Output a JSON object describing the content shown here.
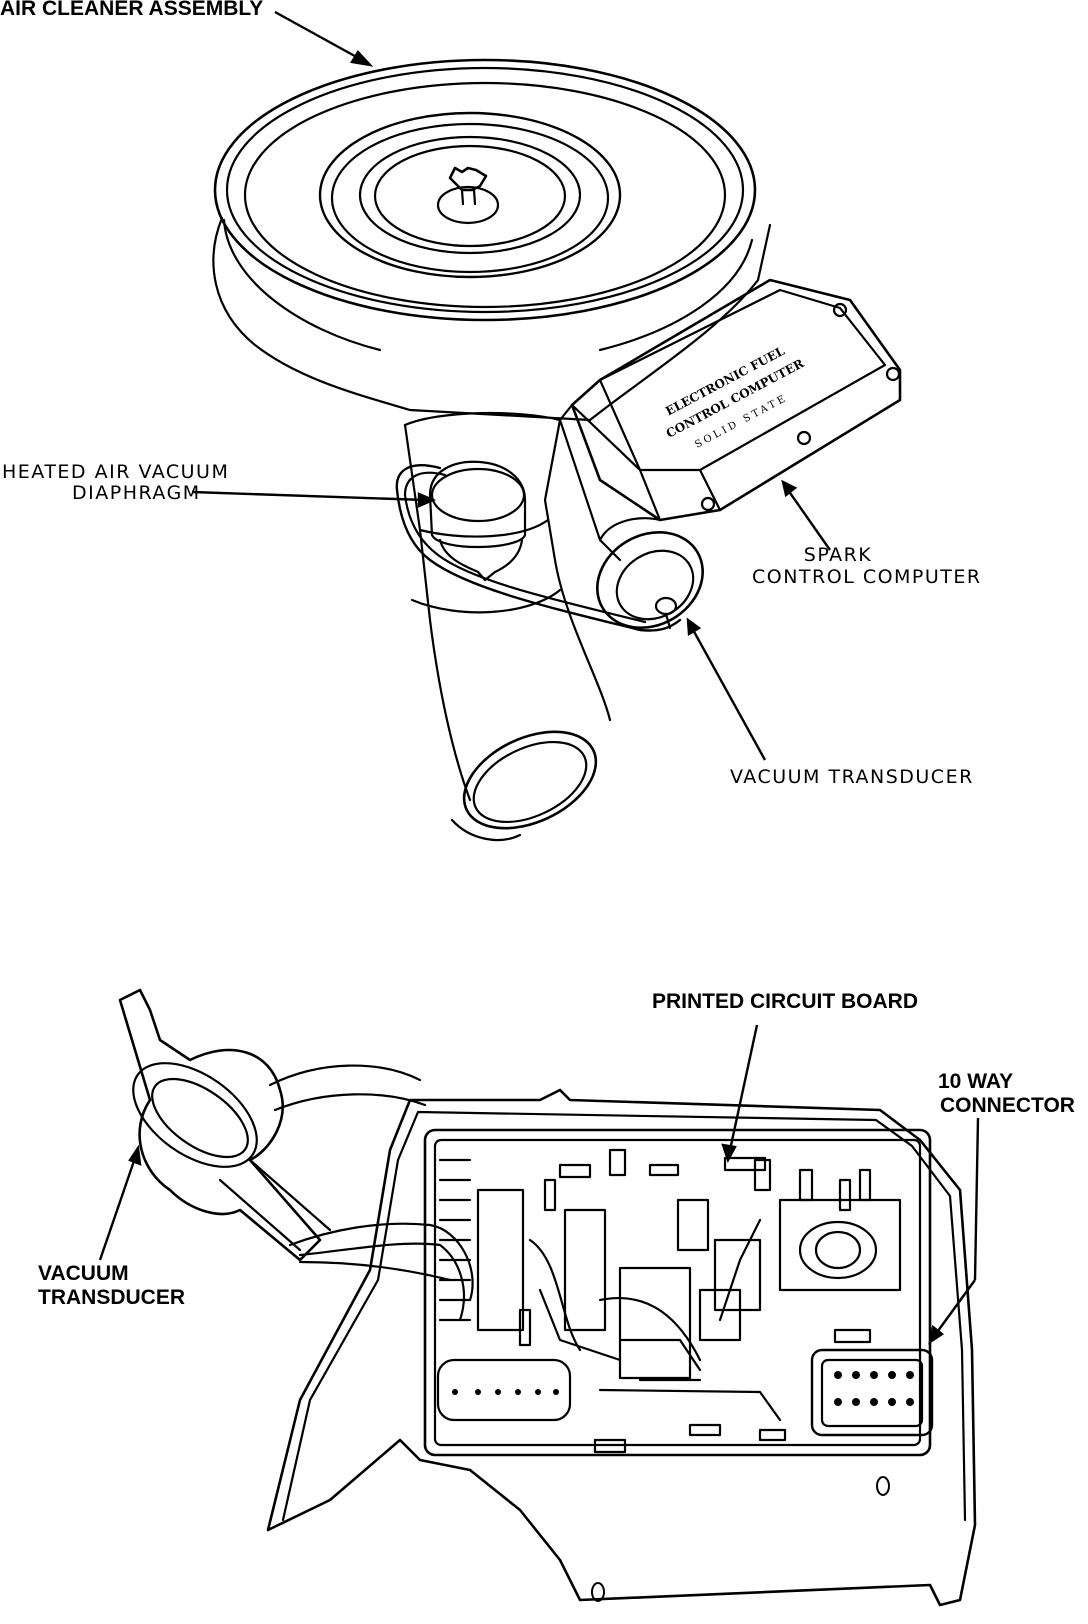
{
  "figure_top": {
    "labels": {
      "air_cleaner": "AIR CLEANER ASSEMBLY",
      "heated_air_1": "HEATED AIR VACUUM",
      "heated_air_2": "DIAPHRAGM",
      "spark_1": "SPARK",
      "spark_2": "CONTROL COMPUTER",
      "vacuum_transducer": "VACUUM TRANSDUCER"
    },
    "plate": {
      "line1": "ELECTRONIC FUEL",
      "line2": "CONTROL COMPUTER",
      "line3": "SOLID STATE"
    }
  },
  "figure_bottom": {
    "labels": {
      "pcb": "PRINTED CIRCUIT BOARD",
      "connector_1": "10 WAY",
      "connector_2": "CONNECTOR",
      "vacuum_1": "VACUUM",
      "vacuum_2": "TRANSDUCER"
    }
  },
  "colors": {
    "ink": "#000000",
    "paper": "#ffffff"
  }
}
